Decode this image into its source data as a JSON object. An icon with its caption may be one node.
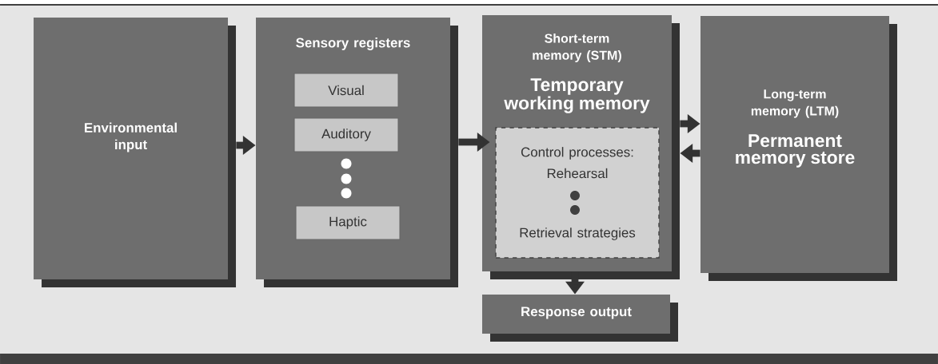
{
  "diagram": {
    "nodes": [
      {
        "text": [
          "Environmental input"
        ]
      },
      {
        "text": [
          "Sensory registers"
        ]
      },
      {
        "text": [
          "Visual"
        ],
        "in": 1
      },
      {
        "text": [
          "Auditory"
        ],
        "in": 1
      },
      {
        "text": [
          "Haptic"
        ],
        "in": 1
      },
      {
        "text": [
          "Short-term memory (STM)",
          "Temporary working memory"
        ]
      },
      {
        "text": [
          "Control processes:",
          "Rehearsal",
          "Retrieval strategies"
        ],
        "in": 5
      },
      {
        "text": [
          "Long-term memory (LTM)",
          "Permanent memory store"
        ]
      },
      {
        "text": [
          "Response output"
        ]
      }
    ],
    "edges": [
      {
        "from": 0,
        "to": 1,
        "arrow": "to"
      },
      {
        "from": 1,
        "to": 5,
        "arrow": "to"
      },
      {
        "from": 5,
        "to": 7,
        "arrow": "to"
      },
      {
        "from": 7,
        "to": 5,
        "arrow": "to"
      },
      {
        "from": 5,
        "to": 8,
        "arrow": "to"
      }
    ]
  }
}
